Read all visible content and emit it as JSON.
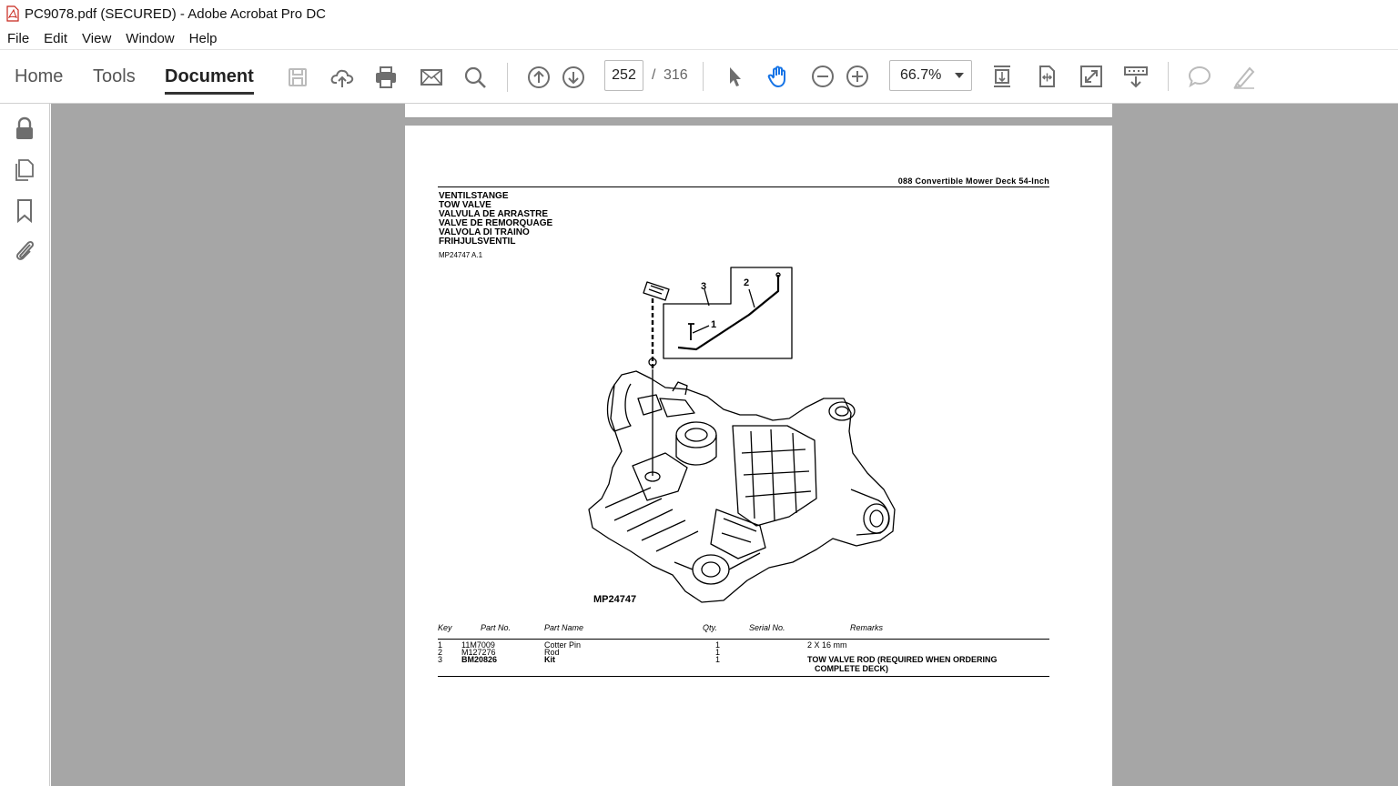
{
  "window": {
    "title": "PC9078.pdf (SECURED) - Adobe Acrobat Pro DC"
  },
  "menu": [
    "File",
    "Edit",
    "View",
    "Window",
    "Help"
  ],
  "nav_tabs": {
    "home": "Home",
    "tools": "Tools",
    "document": "Document",
    "active": "Document"
  },
  "toolbar": {
    "icons": [
      "save-icon",
      "upload-icon",
      "print-icon",
      "email-icon",
      "search-icon",
      "prev-page-icon",
      "next-page-icon",
      "select-cursor-icon",
      "hand-tool-icon",
      "zoom-out-icon",
      "zoom-in-icon",
      "page-fit-icon",
      "rotate-icon",
      "fullscreen-icon",
      "read-mode-icon",
      "comment-icon",
      "highlight-icon"
    ],
    "current_page": "252",
    "separator": "/",
    "total_pages": "316",
    "zoom": "66.7%"
  },
  "left_rail": {
    "icons": [
      "lock-icon",
      "pages-icon",
      "bookmark-icon",
      "attachment-icon"
    ]
  },
  "page": {
    "header": "088 Convertible Mower Deck 54-Inch",
    "titles": [
      "VENTILSTANGE",
      "TOW VALVE",
      "VALVULA DE ARRASTRE",
      "VALVE DE REMORQUAGE",
      "VALVOLA DI TRAINO",
      "FRIHJULSVENTIL"
    ],
    "figure_ref": "MP24747 A.1",
    "callouts": [
      "1",
      "2",
      "3"
    ],
    "figure_label": "MP24747",
    "table": {
      "headers": [
        "Key",
        "Part No.",
        "Part Name",
        "Qty.",
        "Serial No.",
        "Remarks"
      ],
      "rows": [
        {
          "key": "1",
          "part_no": "11M7009",
          "part_name": "Cotter Pin",
          "qty": "1",
          "serial": "",
          "remarks": "2 X 16 mm"
        },
        {
          "key": "2",
          "part_no": "M127276",
          "part_name": "Rod",
          "qty": "1",
          "serial": "",
          "remarks": ""
        },
        {
          "key": "3",
          "part_no": "BM20826",
          "part_name": "Kit",
          "qty": "1",
          "serial": "",
          "remarks": "TOW VALVE ROD (REQUIRED WHEN ORDERING"
        }
      ],
      "remarks_continuation": "COMPLETE DECK)"
    }
  },
  "colors": {
    "doc_background": "#a6a6a6",
    "toolbar_icon": "#6e6e6e",
    "active_tab": "#222222",
    "inactive_tab": "#555555"
  }
}
